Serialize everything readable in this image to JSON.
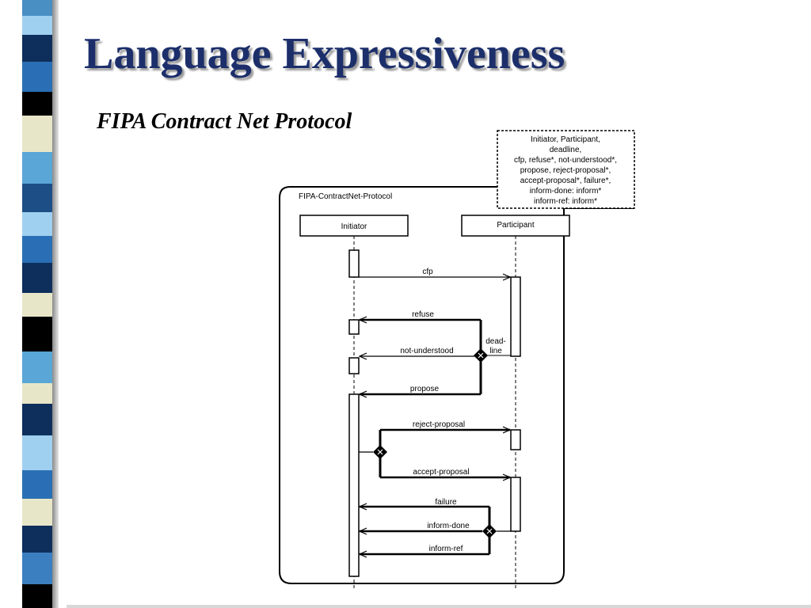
{
  "slide": {
    "title": "Language Expressiveness",
    "subtitle": "FIPA Contract Net Protocol"
  },
  "diagram": {
    "frame_label": "FIPA-ContractNet-Protocol",
    "note_lines": [
      "Initiator, Participant,",
      "deadline,",
      "cfp, refuse*, not-understood*,",
      "propose, reject-proposal*,",
      "accept-proposal*, failure*,",
      "inform-done: inform*",
      "inform-ref: inform*"
    ],
    "lifelines": {
      "initiator": "Initiator",
      "participant": "Participant"
    },
    "deadline_label": [
      "dead-",
      "line"
    ],
    "messages": {
      "cfp": "cfp",
      "refuse": "refuse",
      "not_understood": "not-understood",
      "propose": "propose",
      "reject_proposal": "reject-proposal",
      "accept_proposal": "accept-proposal",
      "failure": "failure",
      "inform_done": "inform-done",
      "inform_ref": "inform-ref"
    }
  },
  "colors": {
    "title": "#1c2f6b",
    "stripe": [
      "#3b5e8c",
      "#5aa6d6",
      "#0e2f5c",
      "#2a6fb5",
      "#000000",
      "#e8e6c8",
      "#7fb8d6",
      "#9fd0f0"
    ]
  }
}
